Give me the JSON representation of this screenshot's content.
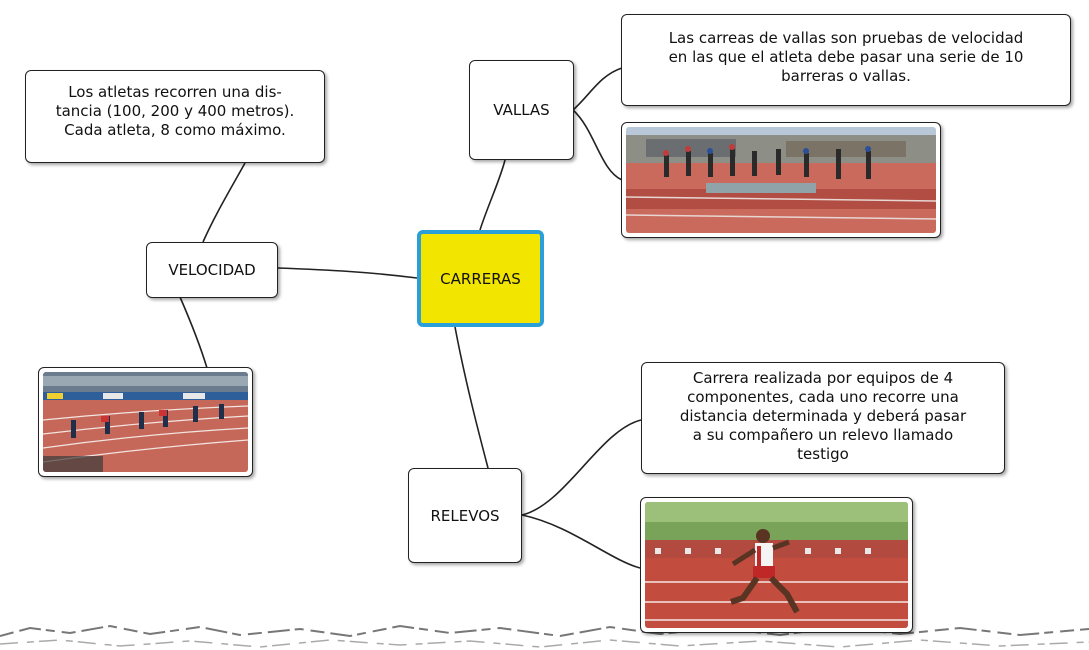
{
  "center": {
    "label": "CARRERAS",
    "fill": "#f2e600",
    "border": "#2a9fd8"
  },
  "branches": {
    "vallas": {
      "label": "VALLAS",
      "description": "Las carreas de vallas son pruebas de velocidad\nen las que el atleta debe pasar una serie de 10\nbarreras o vallas."
    },
    "velocidad": {
      "label": "VELOCIDAD",
      "description": "Los atletas recorren una dis-\ntancia (100, 200 y 400 metros).\nCada atleta, 8 como máximo."
    },
    "relevos": {
      "label": "RELEVOS",
      "description": "Carrera realizada por equipos de 4\ncomponentes, cada uno recorre una\ndistancia determinada y deberá pasar\na su compañero un relevo llamado\ntestigo"
    }
  },
  "images": {
    "vallas": "hurdles-race-photo",
    "velocidad": "sprint-race-photo",
    "relevos": "relay-runner-photo"
  },
  "colors": {
    "track": "#b54a3e",
    "line": "#222222"
  }
}
